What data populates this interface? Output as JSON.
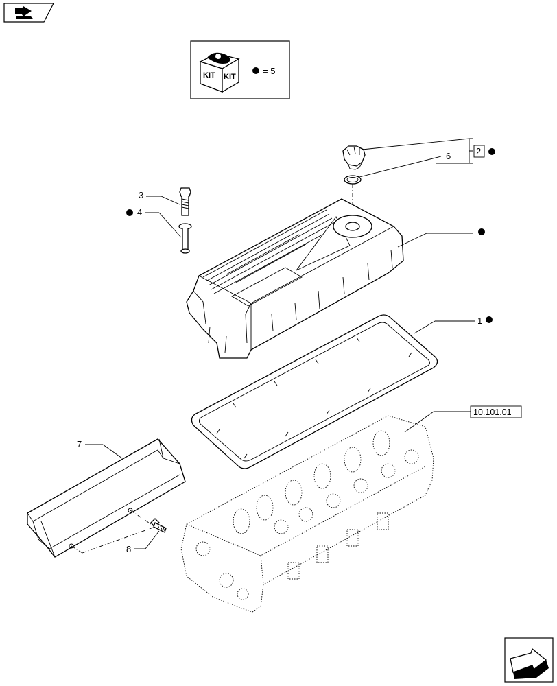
{
  "callouts": {
    "c1": "1",
    "c2": "2",
    "c3": "3",
    "c4": "4",
    "c6": "6",
    "c7": "7",
    "c8": "8"
  },
  "kit": {
    "label_left": "KIT",
    "label_right": "KIT",
    "equals": "= 5"
  },
  "reference": "10.101.01",
  "icons": [
    "nav-back-icon",
    "kit-box-icon",
    "nav-next-icon",
    "kit-bullet"
  ]
}
